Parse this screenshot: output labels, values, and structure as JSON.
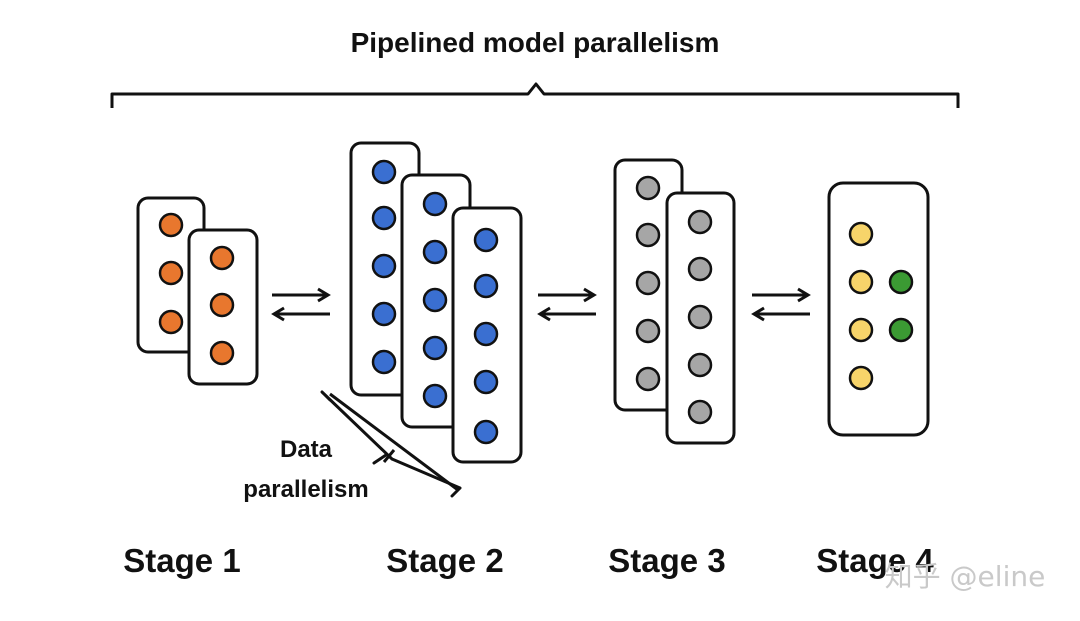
{
  "title": "Pipelined model parallelism",
  "data_parallelism_label": [
    "Data",
    "parallelism"
  ],
  "stages": [
    {
      "label": "Stage 1",
      "replicas": 2,
      "nodes_per_replica": 3,
      "node_color": "#e8772e",
      "extra_column": null
    },
    {
      "label": "Stage 2",
      "replicas": 3,
      "nodes_per_replica": 5,
      "node_color": "#3a6fd1",
      "extra_column": null
    },
    {
      "label": "Stage 3",
      "replicas": 2,
      "nodes_per_replica": 5,
      "node_color": "#a6a6a6",
      "extra_column": null
    },
    {
      "label": "Stage 4",
      "replicas": 1,
      "nodes_per_replica": 4,
      "node_color": "#f7d46a",
      "extra_column": {
        "count": 2,
        "color": "#3b9a33"
      }
    }
  ],
  "watermark": "知乎 @eline",
  "colors": {
    "ink": "#111111",
    "card": "#ffffff"
  }
}
